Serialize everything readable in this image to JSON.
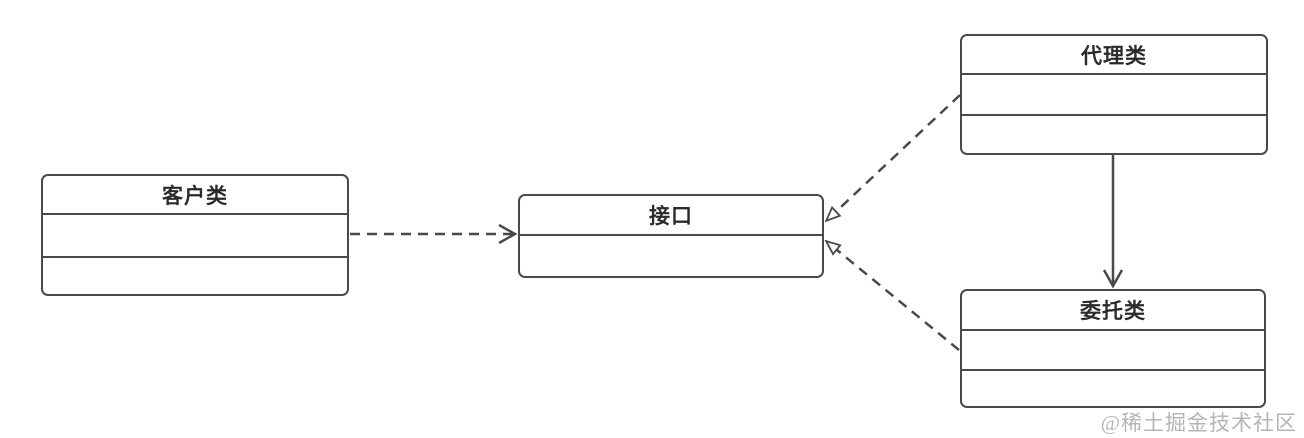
{
  "nodes": {
    "client": {
      "label": "客户类"
    },
    "interface": {
      "label": "接口"
    },
    "proxy": {
      "label": "代理类"
    },
    "delegate": {
      "label": "委托类"
    }
  },
  "edges": [
    {
      "from": "client",
      "to": "interface",
      "style": "dashed",
      "head": "open-arrow"
    },
    {
      "from": "proxy",
      "to": "interface",
      "style": "dashed",
      "head": "hollow-triangle"
    },
    {
      "from": "delegate",
      "to": "interface",
      "style": "dashed",
      "head": "hollow-triangle"
    },
    {
      "from": "proxy",
      "to": "delegate",
      "style": "solid",
      "head": "open-arrow"
    }
  ],
  "watermark": "@稀土掘金技术社区",
  "colors": {
    "stroke": "#4a4a4a",
    "background": "#ffffff",
    "text": "#2b2b2b",
    "watermark": "#b5b5b5"
  }
}
